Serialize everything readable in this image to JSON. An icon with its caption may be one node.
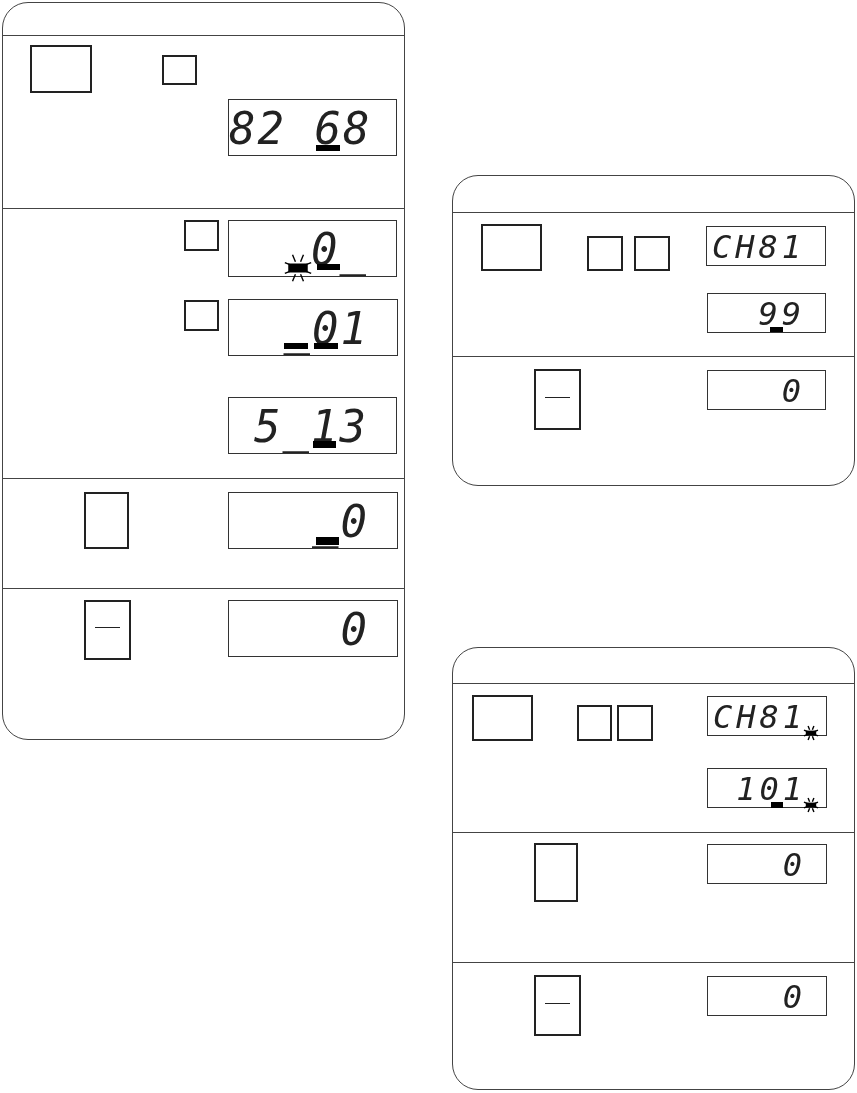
{
  "diagram": {
    "labels": [
      "82 68",
      "0_",
      "_01",
      "5_13",
      "_0",
      "0",
      "CH81",
      "99",
      "0",
      "CH81",
      "101",
      "0",
      "0"
    ]
  }
}
